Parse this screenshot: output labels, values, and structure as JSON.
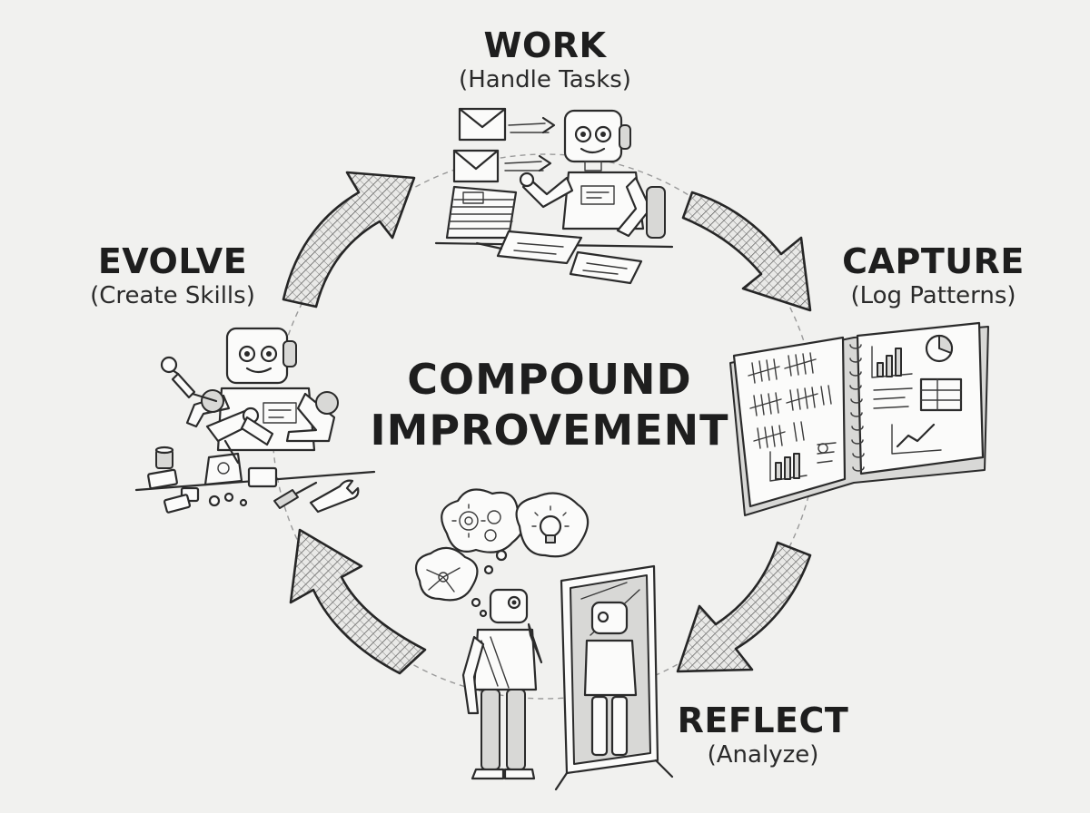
{
  "center_title_line1": "COMPOUND",
  "center_title_line2": "IMPROVEMENT",
  "stages": {
    "work": {
      "title": "WORK",
      "subtitle": "(Handle Tasks)"
    },
    "capture": {
      "title": "CAPTURE",
      "subtitle": "(Log Patterns)"
    },
    "reflect": {
      "title": "REFLECT",
      "subtitle": "(Analyze)"
    },
    "evolve": {
      "title": "EVOLVE",
      "subtitle": "(Create Skills)"
    }
  },
  "illustrations": {
    "work": "robot-at-desk-handling-mail",
    "capture": "notebook-with-tally-marks-and-charts",
    "reflect": "robot-before-mirror-thinking",
    "evolve": "robot-building-mechanical-arm"
  },
  "colors": {
    "ink": "#1e1e1e",
    "paper": "#f1f1ef",
    "hatch": "#5a5a5a"
  }
}
